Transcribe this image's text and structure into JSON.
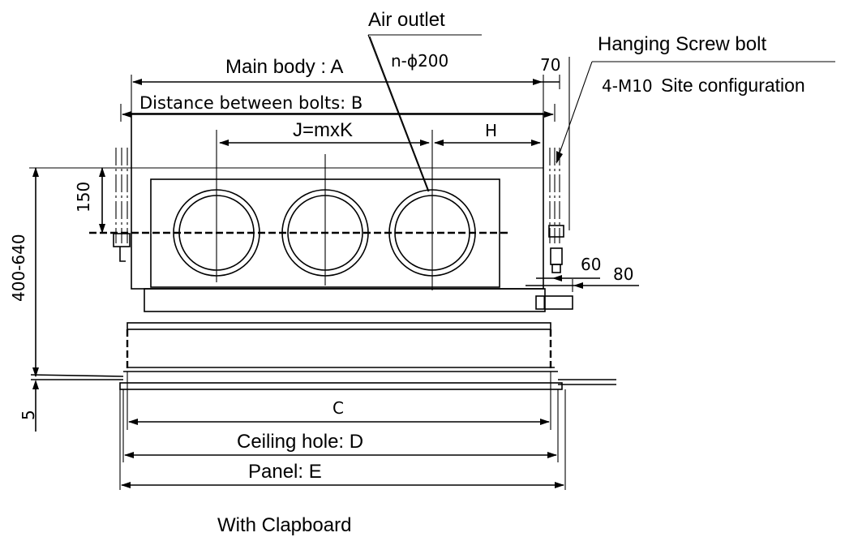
{
  "labels": {
    "air_outlet": "Air outlet",
    "outlet_spec": "n-ϕ200",
    "hanging_bolt": "Hanging Screw bolt",
    "bolt_spec_prefix": "4-M10",
    "bolt_spec_suffix": "Site configuration",
    "main_body": "Main body : A",
    "dim_70": "70",
    "bolts_distance": "Distance between bolts: B",
    "pitch": "J=mxK",
    "dim_h": "H",
    "dim_150": "150",
    "dim_height": "400-640",
    "dim_60": "60",
    "dim_80": "80",
    "dim_5": "5",
    "dim_c": "C",
    "ceiling_hole": "Ceiling hole: D",
    "panel": "Panel: E",
    "caption": "With Clapboard"
  }
}
